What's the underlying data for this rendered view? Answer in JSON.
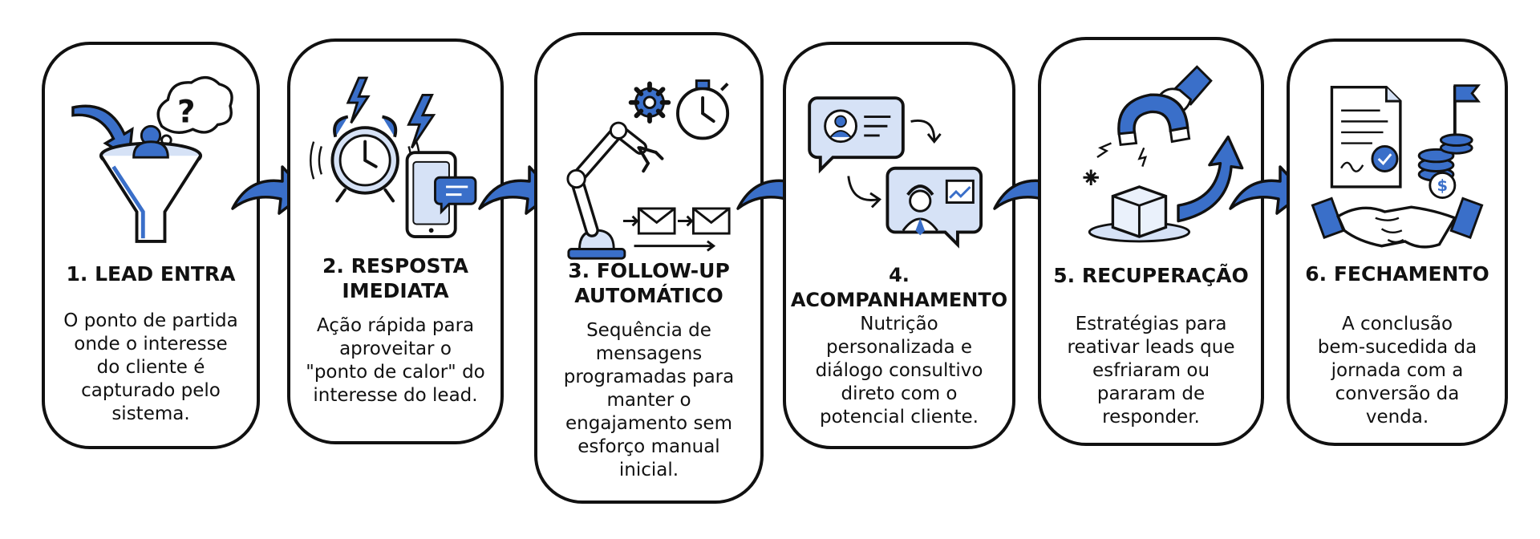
{
  "steps": [
    {
      "title": "1. LEAD ENTRA",
      "description": "O ponto de partida\nonde o interesse\ndo cliente é\ncapturado pelo\nsistema.",
      "icons": [
        "funnel-icon",
        "person-icon",
        "thought-bubble-question-icon",
        "curved-arrow-icon"
      ]
    },
    {
      "title": "2. RESPOSTA\nIMEDIATA",
      "description": "Ação rápida para\naproveitar o\n\"ponto de calor\" do\ninteresse do lead.",
      "icons": [
        "alarm-clock-icon",
        "lightning-icon",
        "smartphone-icon",
        "chat-icon"
      ]
    },
    {
      "title": "3. FOLLOW-UP\nAUTOMÁTICO",
      "description": "Sequência de\nmensagens\nprogramadas para\nmanter o\nengajamento sem\nesforço manual\ninicial.",
      "icons": [
        "robot-arm-icon",
        "gear-icon",
        "stopwatch-icon",
        "envelope-icon"
      ]
    },
    {
      "title": "4. ACOMPANHAMENTO",
      "description": "Nutrição\npersonalizada e\ndiálogo consultivo\ndireto com o\npotencial cliente.",
      "icons": [
        "profile-card-icon",
        "video-call-agent-icon",
        "chart-icon"
      ]
    },
    {
      "title": "5. RECUPERAÇÃO",
      "description": "Estratégias para\nreativar leads que\nesfriaram ou\npararam de\nresponder.",
      "icons": [
        "magnet-icon",
        "ice-cube-icon",
        "hand-icon",
        "up-arrow-icon"
      ]
    },
    {
      "title": "6. FECHAMENTO",
      "description": "A conclusão\nbem-sucedida da\njornada com a\nconversão da\nvenda.",
      "icons": [
        "contract-icon",
        "coins-icon",
        "flag-icon",
        "handshake-icon"
      ]
    }
  ],
  "colors": {
    "accent": "#3a6fc9",
    "accent_light": "#d6e2f6",
    "outline": "#111111"
  }
}
